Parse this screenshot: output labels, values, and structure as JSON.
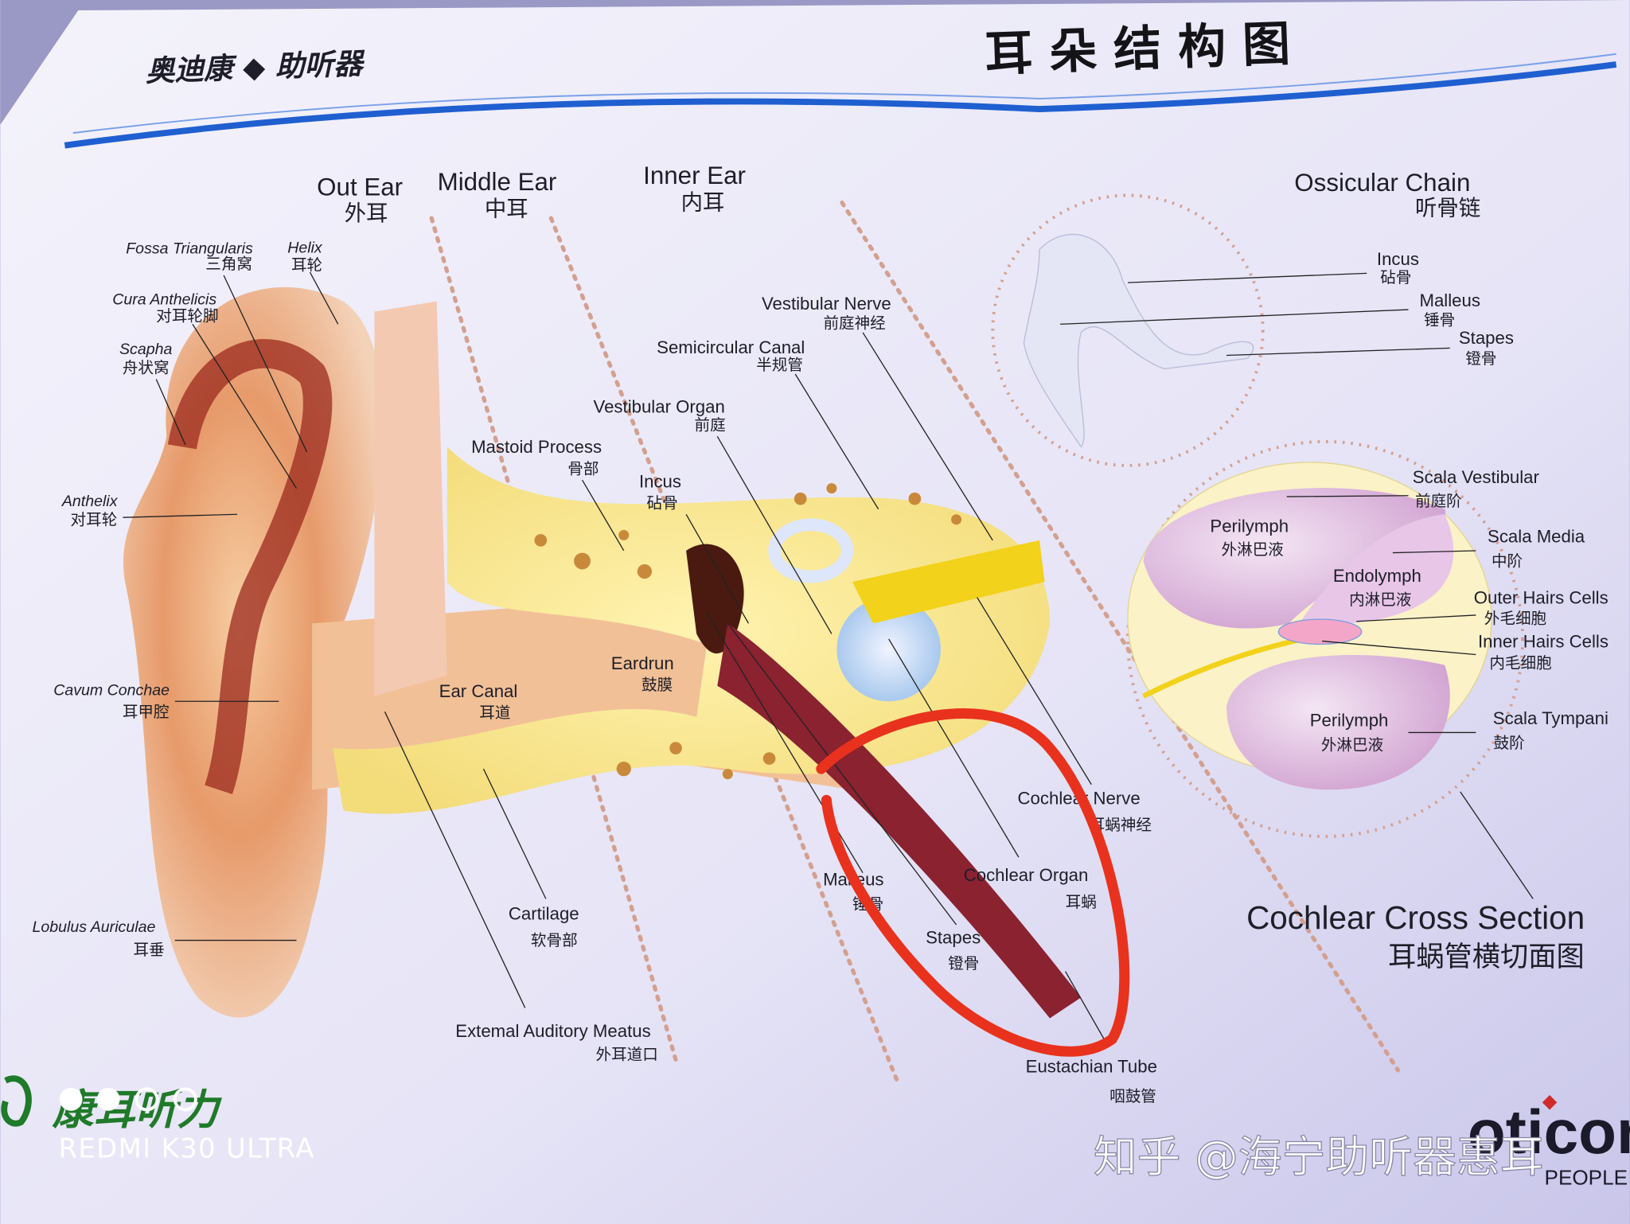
{
  "poster": {
    "brand": "奥迪康 ◆ 助听器",
    "title": "耳 朵 结 构 图",
    "colors": {
      "accent_blue": "#1f5fd0",
      "annotation_red": "#e8321e",
      "background": "#eceaf8"
    }
  },
  "sections": {
    "out_ear": {
      "en": "Out Ear",
      "zh": "外耳"
    },
    "middle_ear": {
      "en": "Middle Ear",
      "zh": "中耳"
    },
    "inner_ear": {
      "en": "Inner Ear",
      "zh": "内耳"
    },
    "ossicular_chain": {
      "en": "Ossicular Chain",
      "zh": "听骨链"
    },
    "cochlear_cross_section": {
      "en": "Cochlear Cross Section",
      "zh": "耳蜗管横切面图"
    }
  },
  "labels": {
    "fossa": {
      "en": "Fossa Triangularis",
      "zh": "三角窝"
    },
    "helix": {
      "en": "Helix",
      "zh": "耳轮"
    },
    "cura": {
      "en": "Cura Anthelicis",
      "zh": "对耳轮脚"
    },
    "scapha": {
      "en": "Scapha",
      "zh": "舟状窝"
    },
    "anthelix": {
      "en": "Anthelix",
      "zh": "对耳轮"
    },
    "cavum": {
      "en": "Cavum Conchae",
      "zh": "耳甲腔"
    },
    "lobulus": {
      "en": "Lobulus Auriculae",
      "zh": "耳垂"
    },
    "vest_nerve": {
      "en": "Vestibular Nerve",
      "zh": "前庭神经"
    },
    "semicircular": {
      "en": "Semicircular Canal",
      "zh": "半规管"
    },
    "vest_organ": {
      "en": "Vestibular Organ",
      "zh": "前庭"
    },
    "mastoid": {
      "en": "Mastoid Process",
      "zh": "骨部"
    },
    "incus": {
      "en": "Incus",
      "zh": "砧骨"
    },
    "eardrum": {
      "en": "Eardrun",
      "zh": "鼓膜"
    },
    "ear_canal": {
      "en": "Ear Canal",
      "zh": "耳道"
    },
    "cartilage": {
      "en": "Cartilage",
      "zh": "软骨部"
    },
    "meatus": {
      "en": "Extemal Auditory Meatus",
      "zh": "外耳道口"
    },
    "cochlear_nerve": {
      "en": "Cochlear Nerve",
      "zh": "耳蜗神经"
    },
    "malleus": {
      "en": "Malleus",
      "zh": "锤骨"
    },
    "cochlear_organ": {
      "en": "Cochlear Organ",
      "zh": "耳蜗"
    },
    "stapes": {
      "en": "Stapes",
      "zh": "镫骨"
    },
    "eustachian": {
      "en": "Eustachian Tube",
      "zh": "咽鼓管"
    },
    "oc_incus": {
      "en": "Incus",
      "zh": "砧骨"
    },
    "oc_malleus": {
      "en": "Malleus",
      "zh": "锤骨"
    },
    "oc_stapes": {
      "en": "Stapes",
      "zh": "镫骨"
    },
    "scala_vest": {
      "en": "Scala Vestibular",
      "zh": "前庭阶"
    },
    "perilymph1": {
      "en": "Perilymph",
      "zh": "外淋巴液"
    },
    "scala_media": {
      "en": "Scala Media",
      "zh": "中阶"
    },
    "endolymph": {
      "en": "Endolymph",
      "zh": "内淋巴液"
    },
    "outer_hair": {
      "en": "Outer Hairs Cells",
      "zh": "外毛细胞"
    },
    "inner_hair": {
      "en": "Inner Hairs Cells",
      "zh": "内毛细胞"
    },
    "perilymph2": {
      "en": "Perilymph",
      "zh": "外淋巴液"
    },
    "scala_tymp": {
      "en": "Scala Tympani",
      "zh": "鼓阶"
    }
  },
  "logos": {
    "clinic": "康耳听力",
    "oticon": "oticon",
    "oticon_tag": "PEOPLE"
  },
  "overlays": {
    "camera": "REDMI K30 ULTRA",
    "watermark": "知乎 @海宁助听器惠耳"
  }
}
